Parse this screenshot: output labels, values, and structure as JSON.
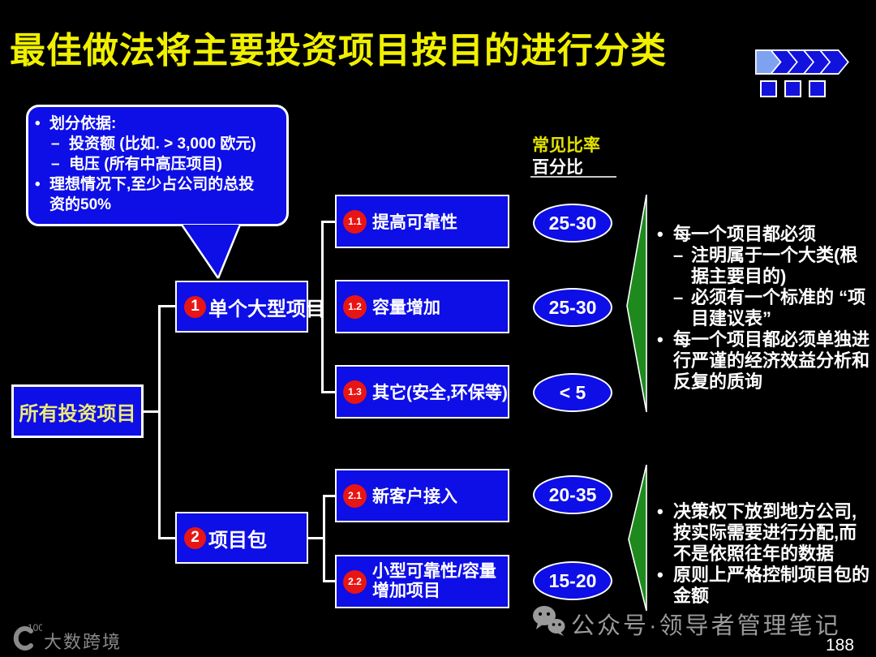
{
  "title": "最佳做法将主要投资项目按目的进行分类",
  "colors": {
    "background": "#000000",
    "title_yellow": "#F0F000",
    "box_blue": "#0E0EE6",
    "badge_red": "#E81515",
    "arrow_green": "#1E8A1E",
    "root_text_yellow": "#EDE97A",
    "footer_gray": "#9A9A9A"
  },
  "callout": {
    "lines": [
      {
        "marker": "•",
        "text": "划分依据:"
      },
      {
        "marker": "–",
        "text": "投资额 (比如. > 3,000 欧元)"
      },
      {
        "marker": "–",
        "text": "电压 (所有中高压项目)"
      },
      {
        "marker": "•",
        "text": "理想情况下,至少占公司的总投"
      },
      {
        "marker": "",
        "text": "资的50%"
      }
    ]
  },
  "ratio_header": {
    "title": "常见比率",
    "subtitle": "百分比"
  },
  "tree": {
    "root_label": "所有投资项目",
    "nodes": [
      {
        "num": "1",
        "label": "单个大型项目"
      },
      {
        "num": "2",
        "label": "项目包"
      }
    ],
    "leaves": [
      {
        "num": "1.1",
        "label": "提高可靠性",
        "ratio": "25-30"
      },
      {
        "num": "1.2",
        "label": "容量增加",
        "ratio": "25-30"
      },
      {
        "num": "1.3",
        "label": "其它(安全,环保等)",
        "ratio": "< 5"
      },
      {
        "num": "2.1",
        "label": "新客户接入",
        "ratio": "20-35"
      },
      {
        "num": "2.2",
        "label": "小型可靠性/容量增加项目",
        "ratio": "15-20"
      }
    ]
  },
  "notes_top": {
    "lines": [
      {
        "marker": "•",
        "text": "每一个项目都必须"
      },
      {
        "marker": "–",
        "text": "注明属于一个大类(根"
      },
      {
        "marker": "",
        "text": "据主要目的)"
      },
      {
        "marker": "–",
        "text": "必须有一个标准的 “项"
      },
      {
        "marker": "",
        "text": "目建议表”"
      },
      {
        "marker": "•",
        "text": "每一个项目都必须单独进"
      },
      {
        "marker": "",
        "text": "行严谨的经济效益分析和"
      },
      {
        "marker": "",
        "text": "反复的质询"
      }
    ]
  },
  "notes_bottom": {
    "lines": [
      {
        "marker": "•",
        "text": "决策权下放到地方公司,"
      },
      {
        "marker": "",
        "text": "按实际需要进行分配,而"
      },
      {
        "marker": "",
        "text": "不是依照往年的数据"
      },
      {
        "marker": "•",
        "text": "原则上严格控制项目包的"
      },
      {
        "marker": "",
        "text": "金额"
      }
    ]
  },
  "footer": {
    "watermark": "大数跨境",
    "wechat_label": "公众号·领导者管理笔记",
    "page": "188"
  }
}
